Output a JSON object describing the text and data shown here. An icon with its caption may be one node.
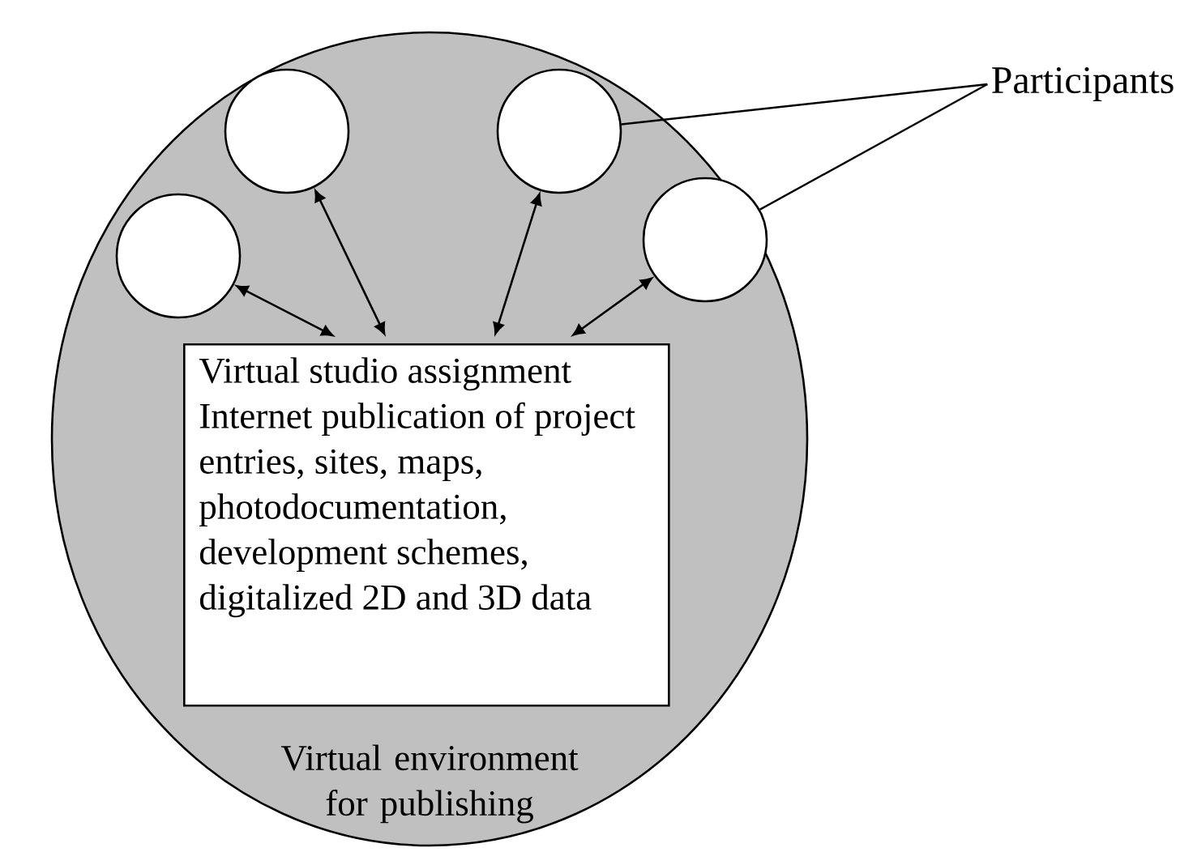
{
  "diagram": {
    "nodes": [
      {
        "text": [
          "Virtual environment for publishing"
        ]
      },
      {
        "text": [],
        "shape": "circle",
        "in": 0
      },
      {
        "text": [],
        "shape": "circle",
        "in": 0
      },
      {
        "text": [],
        "shape": "circle",
        "in": 0
      },
      {
        "text": [],
        "shape": "circle",
        "in": 0
      },
      {
        "text": [
          "Virtual studio assignment",
          "Internet publication of project entries, sites, maps, photodocumentation, development schemes, digitalized 2D and 3D data"
        ],
        "in": 0
      },
      {
        "text": [
          "Participants"
        ]
      }
    ],
    "edges": [
      {
        "from": 1,
        "to": 5,
        "arrow": "both"
      },
      {
        "from": 2,
        "to": 5,
        "arrow": "both"
      },
      {
        "from": 3,
        "to": 5,
        "arrow": "both"
      },
      {
        "from": 4,
        "to": 5,
        "arrow": "both"
      },
      {
        "from": 6,
        "to": 3,
        "arrow": "none"
      },
      {
        "from": 6,
        "to": 4,
        "arrow": "none"
      }
    ]
  }
}
